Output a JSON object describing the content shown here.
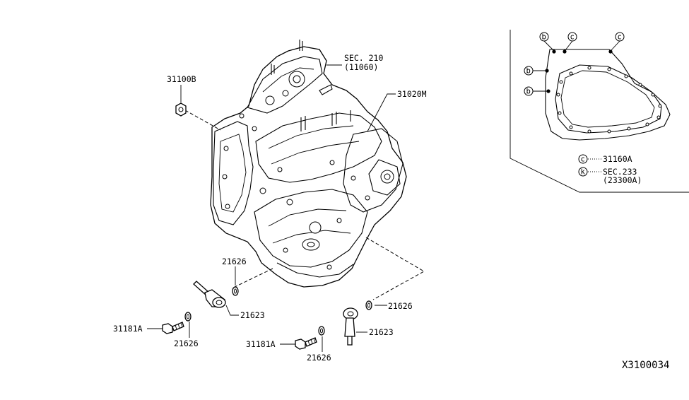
{
  "labels": {
    "sec210": "SEC. 210",
    "sec210_ref": "(11060)",
    "p31100b": "31100B",
    "p31020m": "31020M",
    "p21626_a": "21626",
    "p21623_a": "21623",
    "p31181a_a": "31181A",
    "p21626_b": "21626",
    "p21626_c": "21626",
    "p21623_b": "21623",
    "p31181a_b": "31181A",
    "p21626_d": "21626"
  },
  "inset": {
    "markers": [
      "b",
      "c",
      "c",
      "b",
      "b"
    ],
    "legend": [
      {
        "symbol": "c",
        "text": "31160A"
      },
      {
        "symbol": "k",
        "text": "SEC.233"
      },
      {
        "symbol": "",
        "text": "(23300A)"
      }
    ]
  },
  "diagram_ref": "X3100034"
}
